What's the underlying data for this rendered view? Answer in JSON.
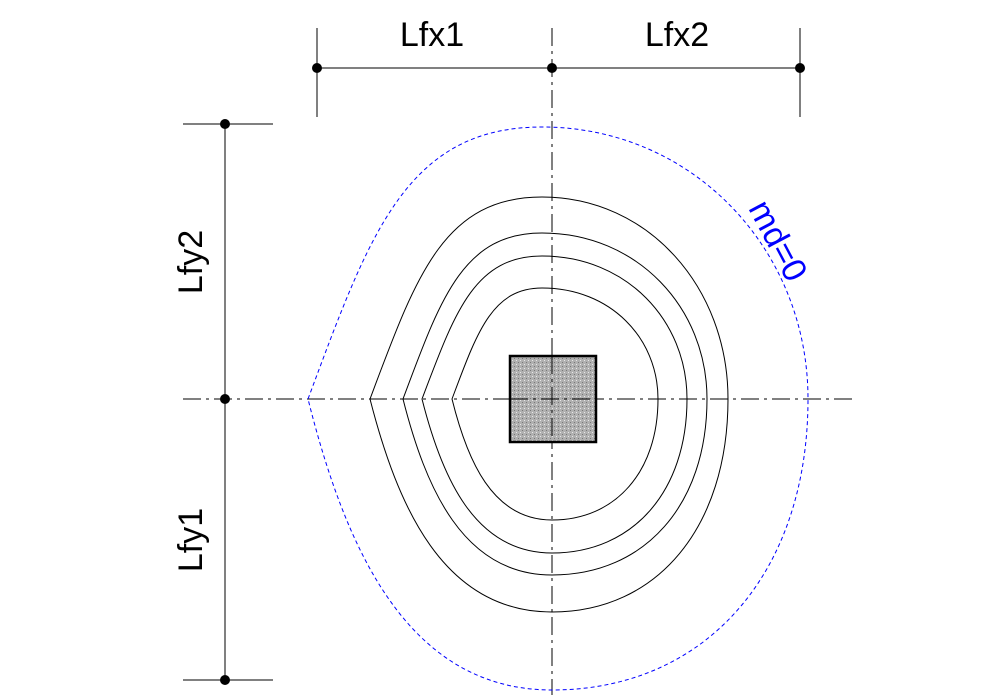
{
  "labels": {
    "lfx1": "Lfx1",
    "lfx2": "Lfx2",
    "lfy1": "Lfy1",
    "lfy2": "Lfy2",
    "md0": "md=0"
  },
  "colors": {
    "line": "#000000",
    "md0": "#0000ff",
    "column_fill": "#a8a8a8"
  },
  "contour_count": 4
}
